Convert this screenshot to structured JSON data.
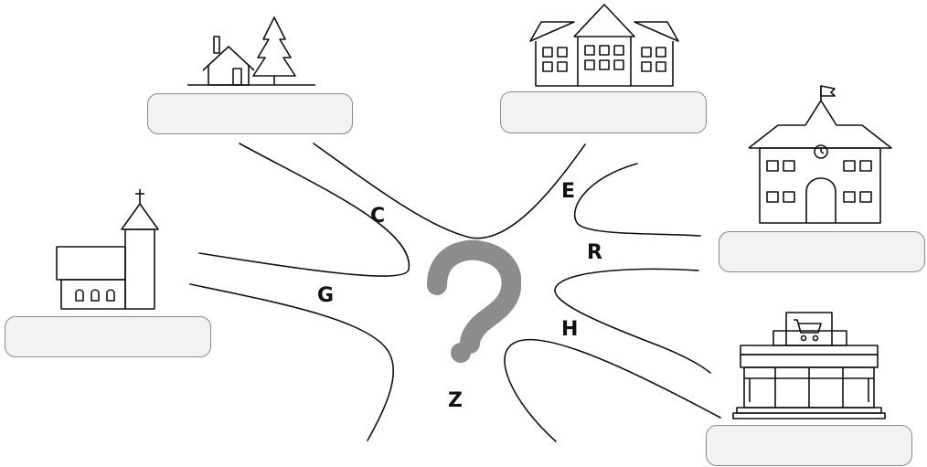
{
  "center_mark": "?",
  "letters": {
    "c": "C",
    "e": "E",
    "g": "G",
    "r": "R",
    "h": "H",
    "z": "Z"
  },
  "buildings": {
    "house_with_tree": {
      "icon": "house-tree-icon",
      "label": ""
    },
    "apartment_block": {
      "icon": "apartment-icon",
      "label": ""
    },
    "school": {
      "icon": "school-icon",
      "label": ""
    },
    "church": {
      "icon": "church-icon",
      "label": ""
    },
    "supermarket": {
      "icon": "supermarket-icon",
      "label": ""
    }
  },
  "colors": {
    "line": "#111111",
    "question_mark": "#8c8c8c",
    "box_fill": "#f2f2f2",
    "box_border": "#8a8a8a"
  }
}
